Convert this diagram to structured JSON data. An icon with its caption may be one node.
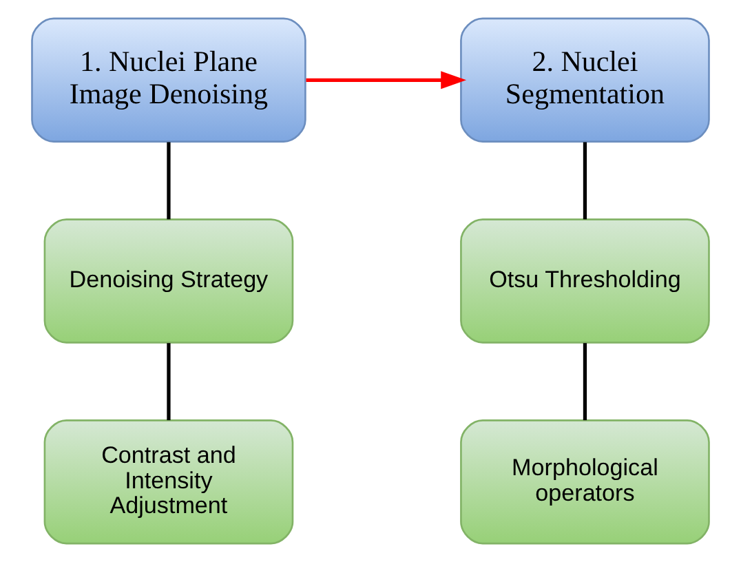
{
  "diagram": {
    "nodes": [
      {
        "text": [
          "1. Nuclei Plane Image Denoising"
        ]
      },
      {
        "text": [
          "2. Nuclei Segmentation"
        ]
      },
      {
        "text": [
          "Denoising Strategy"
        ]
      },
      {
        "text": [
          "Contrast and Intensity Adjustment"
        ]
      },
      {
        "text": [
          "Otsu Thresholding"
        ]
      },
      {
        "text": [
          "Morphological operators"
        ]
      }
    ],
    "edges": [
      {
        "from": 0,
        "to": 1,
        "arrow": "to",
        "color": "#ff0000"
      },
      {
        "from": 0,
        "to": 2,
        "arrow": "none"
      },
      {
        "from": 2,
        "to": 3,
        "arrow": "none"
      },
      {
        "from": 1,
        "to": 4,
        "arrow": "none"
      },
      {
        "from": 4,
        "to": 5,
        "arrow": "none"
      }
    ]
  }
}
